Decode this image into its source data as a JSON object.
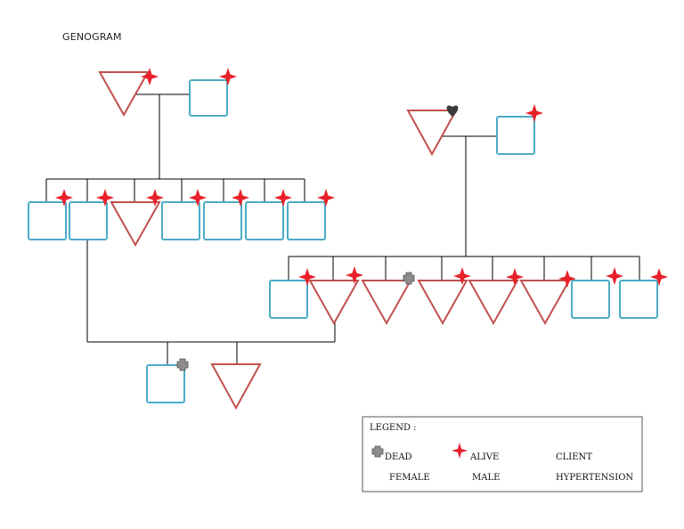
{
  "title": "GENOGRAM",
  "colors": {
    "male_stroke": "#c0504d",
    "female_stroke": "#4bacc6",
    "alive_marker": "#e8202a",
    "dead_marker": "#8c8c8c",
    "heart_marker": "#3a3a3a",
    "line": "#000000"
  },
  "legend": {
    "heading": "LEGEND :",
    "items": [
      {
        "label": "DEAD",
        "icon": "dead-cross-icon"
      },
      {
        "label": "ALIVE",
        "icon": "alive-star-icon"
      },
      {
        "label": "CLIENT"
      },
      {
        "label": "FEMALE"
      },
      {
        "label": "MALE"
      },
      {
        "label": "HYPERTENSION"
      }
    ]
  }
}
